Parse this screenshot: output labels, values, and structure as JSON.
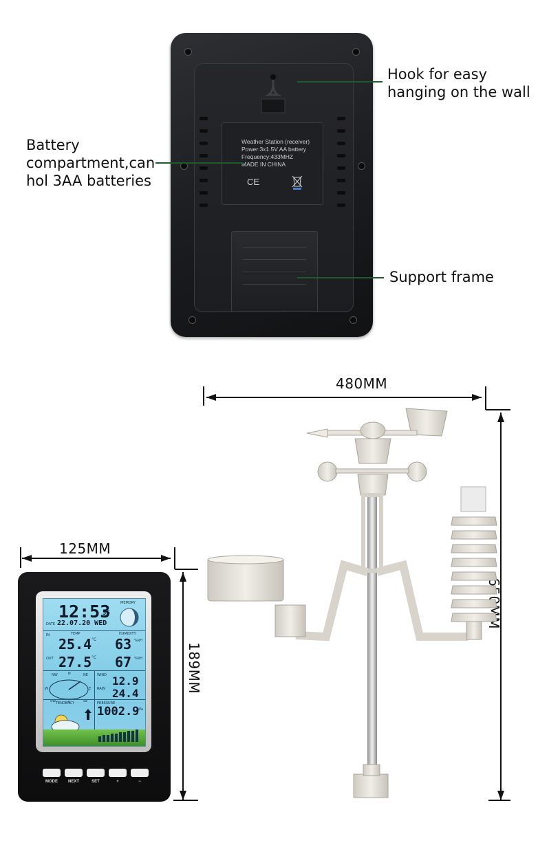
{
  "callouts": {
    "hook": [
      "Hook for easy",
      "hanging on the wall"
    ],
    "battery": [
      "Battery",
      "compartment,can",
      "hol 3AA batteries"
    ],
    "support": "Support frame"
  },
  "label_plate": {
    "lines": [
      "Weather Station (receiver)",
      "Power:3x1.5V AA battery",
      "Frequency:433MHZ",
      "MADE IN CHINA"
    ],
    "ce_mark": "CE"
  },
  "dimensions": {
    "outdoor_width": "480MM",
    "outdoor_height": "650MM",
    "receiver_width": "125MM",
    "receiver_height": "189MM"
  },
  "display": {
    "time": "12:53",
    "seconds": "56",
    "date_label": "DATE",
    "date": "22.07.20 WED",
    "memory_label": "MEMORY",
    "in_label": "IN",
    "out_label": "OUT",
    "temp_label": "TEMP",
    "humidity_label": "HUMIDITY",
    "temp_in": "25.4",
    "temp_out": "27.5",
    "temp_unit": "°C",
    "humidity_in": "63",
    "humidity_out": "67",
    "humidity_unit": "%RH",
    "compass": [
      "NW",
      "N",
      "NE",
      "W",
      "E",
      "SW",
      "S",
      "SE"
    ],
    "wind_label": "WIND",
    "rain_label": "RAIN",
    "wind": "12.9",
    "rain": "24.4",
    "tendency_label": "TENDENCY",
    "pressure_label": "PRESSURE",
    "pressure": "1002.9",
    "pressure_unit": "hPa"
  },
  "buttons": [
    "MODE",
    "NEXT",
    "SET",
    "+",
    "−"
  ],
  "colors": {
    "leader": "#1f5a2a",
    "lcd": "#8fd0ea",
    "case": "#1a1a1c"
  }
}
